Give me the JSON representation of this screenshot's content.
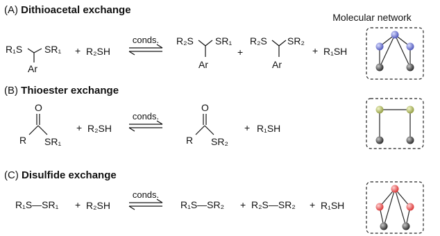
{
  "sections": {
    "a": {
      "prefix": "(A)",
      "title": "Dithioacetal exchange",
      "conditions": "conds."
    },
    "b": {
      "prefix": "(B)",
      "title": "Thioester exchange",
      "conditions": "conds."
    },
    "c": {
      "prefix": "(C)",
      "title": "Disulfide exchange",
      "conditions": "conds."
    }
  },
  "network_title": "Molecular network",
  "chem": {
    "R1S": "R₁S",
    "SR1": "SR₁",
    "R2S": "R₂S",
    "SR2": "SR₂",
    "Ar": "Ar",
    "R": "R",
    "O": "O",
    "plus": "+",
    "R2SH": "R₂SH",
    "R1SH": "R₁SH",
    "R1S_SR1": "R₁S—SR₁",
    "R1S_SR2": "R₁S—SR₂",
    "R2S_SR2": "R₂S—SR₂"
  },
  "colors": {
    "node_a": "#5b63c8",
    "node_b": "#a8b25a",
    "node_c": "#e84848",
    "node_base": "#3a3a3a"
  }
}
